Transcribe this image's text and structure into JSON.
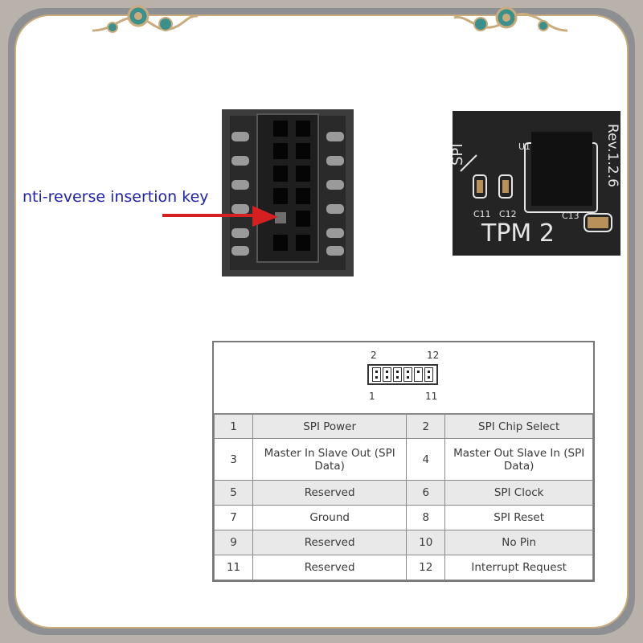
{
  "annotation": {
    "label": "nti-reverse insertion key"
  },
  "tpm_board": {
    "silk_spi": "SPI",
    "silk_rev": "Rev.1.2.6",
    "silk_u1": "U1",
    "silk_c11": "C11",
    "silk_c12": "C12",
    "silk_c13": "C13",
    "silk_tpm": "TPM 2"
  },
  "pin_diagram": {
    "top_left": "2",
    "top_right": "12",
    "bottom_left": "1",
    "bottom_right": "11"
  },
  "pinout": [
    {
      "pin_a": "1",
      "desc_a": "SPI Power",
      "pin_b": "2",
      "desc_b": "SPI Chip Select"
    },
    {
      "pin_a": "3",
      "desc_a": "Master In Slave Out (SPI Data)",
      "pin_b": "4",
      "desc_b": "Master Out Slave In (SPI Data)"
    },
    {
      "pin_a": "5",
      "desc_a": "Reserved",
      "pin_b": "6",
      "desc_b": "SPI Clock"
    },
    {
      "pin_a": "7",
      "desc_a": "Ground",
      "pin_b": "8",
      "desc_b": "SPI Reset"
    },
    {
      "pin_a": "9",
      "desc_a": "Reserved",
      "pin_b": "10",
      "desc_b": "No Pin"
    },
    {
      "pin_a": "11",
      "desc_a": "Reserved",
      "pin_b": "12",
      "desc_b": "Interrupt Request"
    }
  ],
  "colors": {
    "frame_gold": "#c9ab7d",
    "frame_teal": "#3d8f8c",
    "annotation_text": "#1f23a8",
    "arrow_red": "#d42020",
    "row_shade": "#e9e9e9"
  }
}
